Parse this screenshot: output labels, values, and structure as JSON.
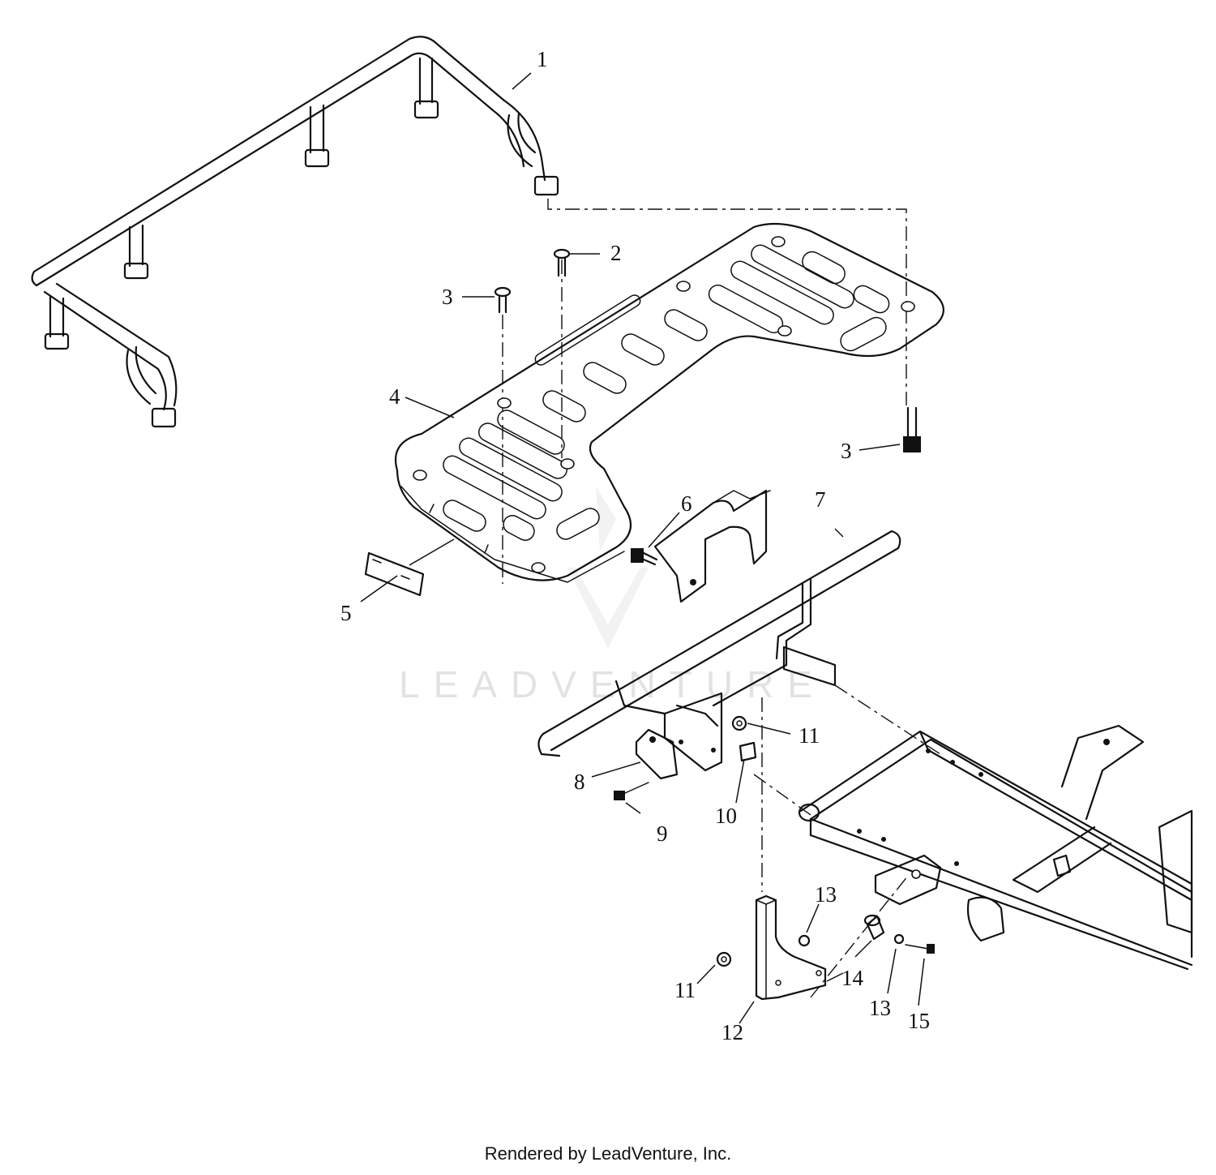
{
  "watermark": "LEADVENTURE",
  "footer": "Rendered by LeadVenture, Inc.",
  "callouts": {
    "c1": "1",
    "c2": "2",
    "c3a": "3",
    "c3b": "3",
    "c4": "4",
    "c5": "5",
    "c6": "6",
    "c7": "7",
    "c8": "8",
    "c9": "9",
    "c10": "10",
    "c11a": "11",
    "c11b": "11",
    "c12": "12",
    "c13a": "13",
    "c13b": "13",
    "c14": "14",
    "c15": "15"
  },
  "colors": {
    "line": "#111111",
    "watermark": "#e2e2e2",
    "background": "#ffffff"
  }
}
